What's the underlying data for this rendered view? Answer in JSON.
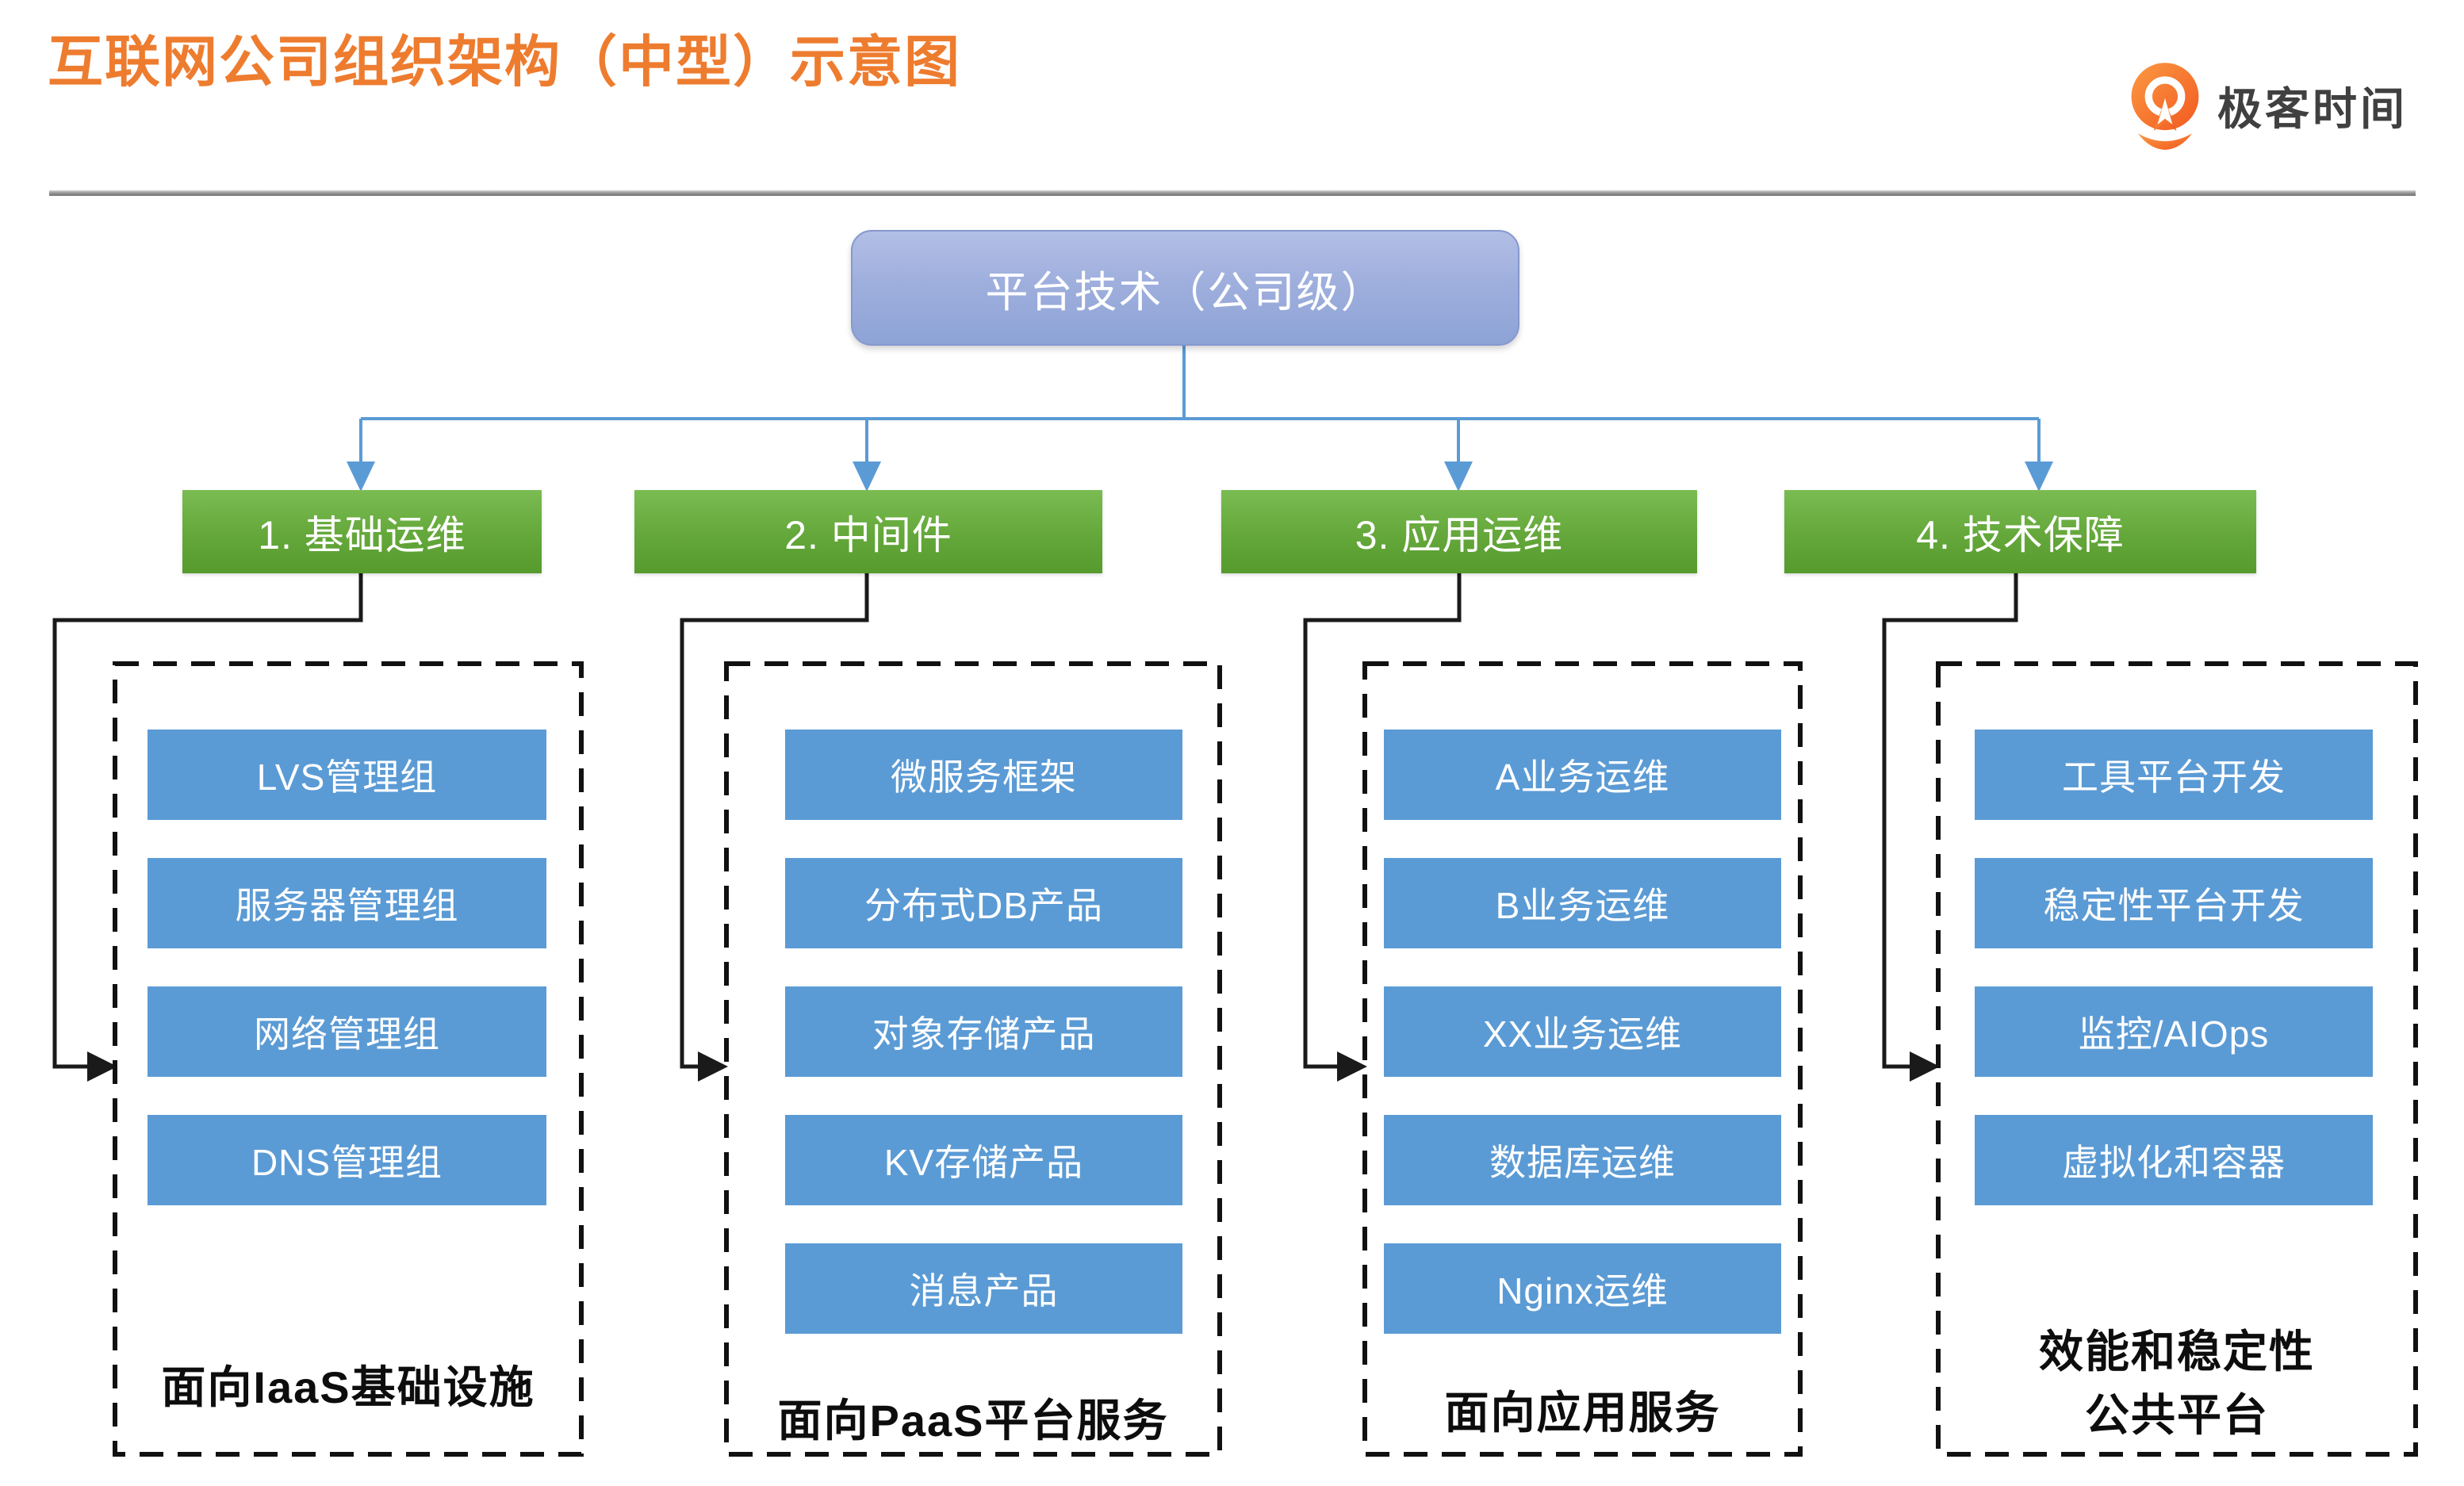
{
  "header": {
    "title": "互联网公司组织架构（中型）示意图",
    "logo_text": "极客时间"
  },
  "root": {
    "label": "平台技术（公司级）"
  },
  "departments": [
    {
      "label": "1. 基础运维",
      "items": [
        "LVS管理组",
        "服务器管理组",
        "网络管理组",
        "DNS管理组"
      ],
      "caption": "面向IaaS基础设施"
    },
    {
      "label": "2. 中间件",
      "items": [
        "微服务框架",
        "分布式DB产品",
        "对象存储产品",
        "KV存储产品",
        "消息产品"
      ],
      "caption": "面向PaaS平台服务"
    },
    {
      "label": "3. 应用运维",
      "items": [
        "A业务运维",
        "B业务运维",
        "XX业务运维",
        "数据库运维",
        "Nginx运维"
      ],
      "caption": "面向应用服务"
    },
    {
      "label": "4. 技术保障",
      "items": [
        "工具平台开发",
        "稳定性平台开发",
        "监控/AIOps",
        "虚拟化和容器"
      ],
      "caption_lines": [
        "效能和稳定性",
        "公共平台"
      ]
    }
  ],
  "colors": {
    "title_orange": "#ee7c2f",
    "root_node_top": "#b2bee5",
    "root_node_bottom": "#8da3d6",
    "dept_green_top": "#7abc52",
    "dept_green_bottom": "#569b2e",
    "item_blue": "#5b9bd5",
    "connector_blue": "#5b9bd5",
    "connector_black": "#1a1a1a"
  }
}
